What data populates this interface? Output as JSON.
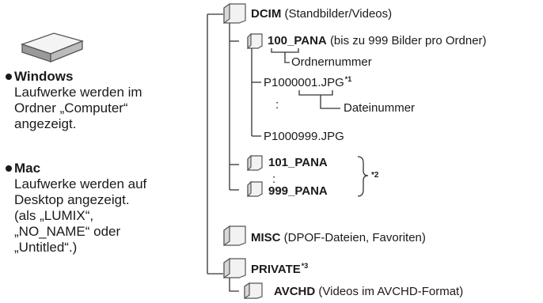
{
  "left": {
    "windows": {
      "title": "Windows",
      "lines": [
        "Laufwerke werden im",
        "Ordner „Computer“",
        "angezeigt."
      ]
    },
    "mac": {
      "title": "Mac",
      "lines": [
        "Laufwerke werden auf",
        "Desktop angezeigt.",
        "(als „LUMIX“,",
        "„NO_NAME“ oder",
        "„Untitled“.)"
      ]
    }
  },
  "tree": {
    "dcim": {
      "name": "DCIM",
      "desc": "(Standbilder/Videos)"
    },
    "pana100": {
      "name": "100_PANA",
      "desc": "(bis zu 999 Bilder pro Ordner)"
    },
    "folder_number_label": "Ordnernummer",
    "file_first": {
      "name": "P1000001.JPG",
      "mark": "*1"
    },
    "colon1": ":",
    "file_number_label": "Dateinummer",
    "file_last": "P1000999.JPG",
    "pana101": "101_PANA",
    "colon2": ":",
    "pana999": "999_PANA",
    "brace_note": "*2",
    "misc": {
      "name": "MISC",
      "desc": "(DPOF-Dateien, Favoriten)"
    },
    "private": {
      "name": "PRIVATE",
      "mark": "*3"
    },
    "avchd": {
      "name": "AVCHD",
      "desc": "(Videos im AVCHD-Format)"
    }
  },
  "icons": {
    "drive": "drive-icon",
    "folder": "folder-icon"
  },
  "colors": {
    "text": "#1a1a1a",
    "line": "#333333",
    "folder_fill": "#e8e8e8",
    "folder_stroke": "#555555"
  }
}
